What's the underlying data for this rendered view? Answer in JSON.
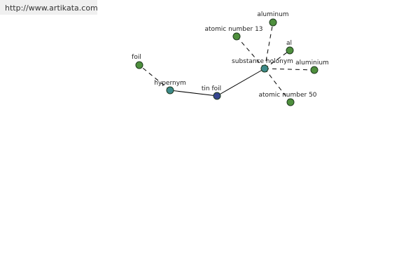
{
  "site": {
    "url_text": "http://www.artikata.com"
  },
  "colors": {
    "edge": "#000000",
    "leaf_node": "#4e8f3d",
    "relation_node": "#3d8a8a",
    "center_node": "#36468f",
    "node_stroke": "#1f3a1f"
  },
  "graph": {
    "nodes": [
      {
        "id": "tin-foil",
        "label": "tin foil",
        "kind": "center"
      },
      {
        "id": "hypernym",
        "label": "hypernym",
        "kind": "relation"
      },
      {
        "id": "foil",
        "label": "foil",
        "kind": "leaf"
      },
      {
        "id": "substance-holonym",
        "label": "substance holonym",
        "kind": "relation"
      },
      {
        "id": "atomic-number-13",
        "label": "atomic number 13",
        "kind": "leaf"
      },
      {
        "id": "aluminum",
        "label": "aluminum",
        "kind": "leaf"
      },
      {
        "id": "al",
        "label": "al",
        "kind": "leaf"
      },
      {
        "id": "aluminium",
        "label": "aluminium",
        "kind": "leaf"
      },
      {
        "id": "atomic-number-50",
        "label": "atomic number 50",
        "kind": "leaf"
      }
    ],
    "edges": [
      {
        "from": "tin-foil",
        "to": "hypernym",
        "style": "solid"
      },
      {
        "from": "tin-foil",
        "to": "substance-holonym",
        "style": "solid"
      },
      {
        "from": "hypernym",
        "to": "foil",
        "style": "dashed"
      },
      {
        "from": "substance-holonym",
        "to": "atomic-number-13",
        "style": "dashed"
      },
      {
        "from": "substance-holonym",
        "to": "aluminum",
        "style": "dashed"
      },
      {
        "from": "substance-holonym",
        "to": "al",
        "style": "dashed"
      },
      {
        "from": "substance-holonym",
        "to": "aluminium",
        "style": "dashed"
      },
      {
        "from": "substance-holonym",
        "to": "atomic-number-50",
        "style": "dashed"
      }
    ]
  }
}
